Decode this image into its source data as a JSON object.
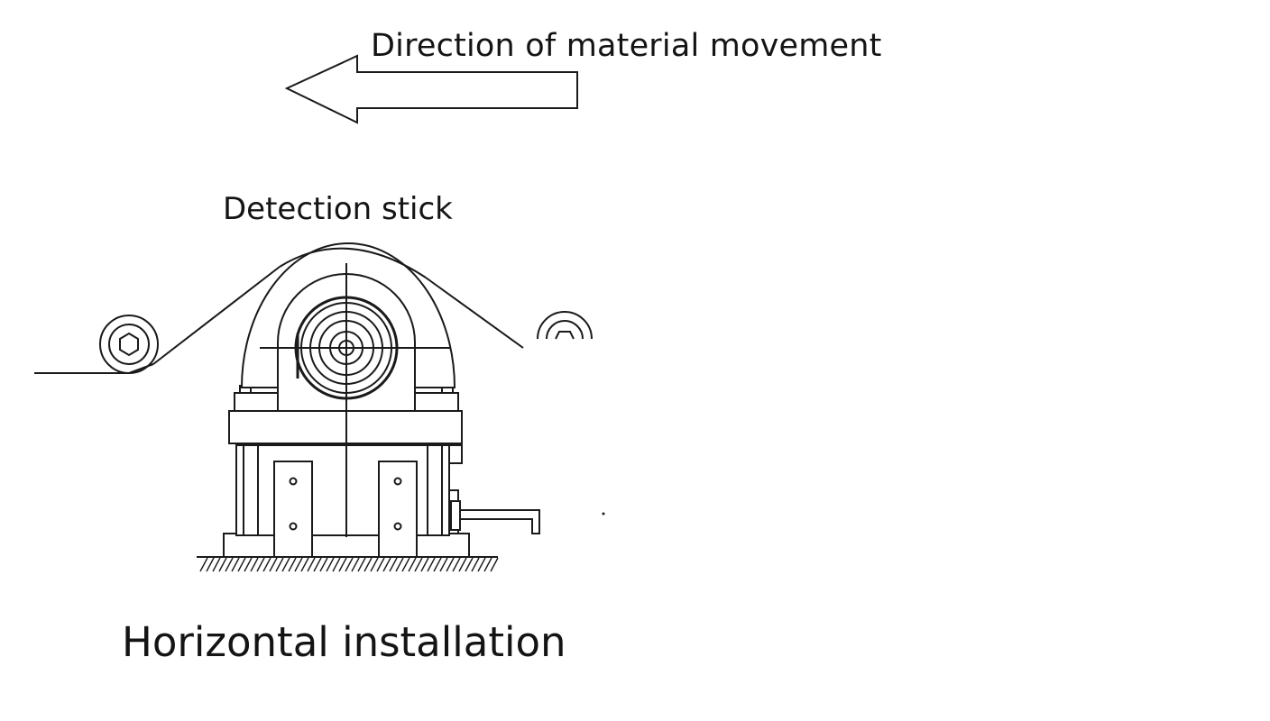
{
  "labels": {
    "direction": "Direction of material movement",
    "detection_stick": "Detection stick",
    "caption": "Horizontal installation"
  },
  "colors": {
    "line": "#1a1a1a",
    "background": "#ffffff",
    "text": "#141414"
  }
}
